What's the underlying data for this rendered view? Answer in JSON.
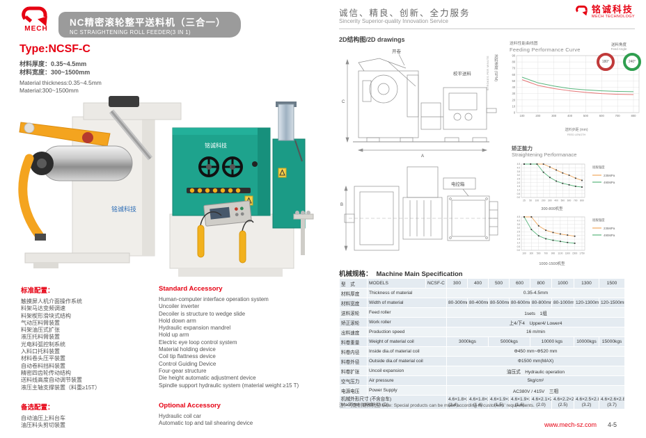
{
  "left_page": {
    "logo_word": "MECH",
    "banner": {
      "title_cn": "NC精密滚轮整平送料机（三合一）",
      "title_en": "NC STRAIGHTENING ROLL FEEDER(3 IN 1)"
    },
    "type_heading": "Type:NCSF-C",
    "specs_cn": [
      "材料厚度：0.35~4.5mm",
      "材料宽度：300~1500mm"
    ],
    "specs_en": [
      "Material thickness:0.35~4.5mm",
      "Material:300~1500mm"
    ],
    "machine_logo_text": "铭诚科技",
    "standard_cn": {
      "heading": "标准配置：",
      "items": [
        "触摸屏人机介面操作系统",
        "料架马达变频调速",
        "料架楔形滑块式结构",
        "气动压料臂装置",
        "料架油压式扩张",
        "液压托料臂装置",
        "光电料弧控制系统",
        "入料口托料装置",
        "材料卷头压平装置",
        "自动卷料挡料装置",
        "精密四齿轮传动结构",
        "送料线高度自动调节装置",
        "液压主轴支撑装置（料重≥15T）"
      ]
    },
    "standard_en": {
      "heading": "Standard Accessory",
      "items": [
        "Human-computer interface operation  system",
        "Uncoiler inverter",
        "Decoiler is structure to wedge slide",
        "Hold down arm",
        "Hydraulic expansion mandrel",
        "Hold up arm",
        "Electric eye loop control system",
        "Material holding device",
        "Coil tip flattness device",
        "Control Guiding Device",
        "Four-gear structure",
        "Die height automatic adjustment device",
        "Spindle support hydraulic system (material weight ≥15 T)"
      ]
    },
    "optional_cn": {
      "heading": "备选配置：",
      "items": [
        "自动油压上料台车",
        "油压料头剪切装置"
      ]
    },
    "optional_en": {
      "heading": "Optional Accessory",
      "items": [
        "Hydraulic coil car",
        "Automatic top and tail shearing device"
      ]
    }
  },
  "right_page": {
    "header": {
      "slogan_cn": "诚信、精良、创新、全力服务",
      "slogan_en": "Sincerity Superior-quality Innovation Service",
      "brand_cn": "铭诚科技",
      "brand_en": "MECH TECHNOLOGY"
    },
    "drawings": {
      "heading": "2D结构图/2D drawings",
      "label_uncoil": "开卷",
      "label_leveling": "校平送料",
      "label_control_box": "电控箱",
      "dim_a": "A",
      "dim_b": "B",
      "dim_c": "C"
    },
    "straightening_title_cn": "矫正能力",
    "straightening_title_en": "Straightening Performanace",
    "spec_table": {
      "heading_cn": "机械规格：",
      "heading_en": "Machine Main Specification",
      "rows": [
        {
          "cells": [
            {
              "t": "型　式"
            },
            {
              "t": "MODELS"
            },
            {
              "t": "NCSF-C"
            },
            {
              "t": "300"
            },
            {
              "t": "400"
            },
            {
              "t": "500"
            },
            {
              "t": "600"
            },
            {
              "t": "800"
            },
            {
              "t": "1000"
            },
            {
              "t": "1300"
            },
            {
              "t": "1500"
            }
          ]
        },
        {
          "cells": [
            {
              "t": "材料厚度"
            },
            {
              "t": "Thickness of material",
              "cs": 2
            },
            {
              "t": "0.35-4.5mm",
              "cs": 8
            }
          ]
        },
        {
          "cells": [
            {
              "t": "材料宽度"
            },
            {
              "t": "Width of material",
              "cs": 2
            },
            {
              "t": "80-300mm"
            },
            {
              "t": "80-400mm"
            },
            {
              "t": "80-500mm"
            },
            {
              "t": "80-600mm"
            },
            {
              "t": "80-800mm"
            },
            {
              "t": "80-1000mm"
            },
            {
              "t": "120-1300mm"
            },
            {
              "t": "120-1500mm"
            }
          ]
        },
        {
          "cells": [
            {
              "t": "送料滚轮"
            },
            {
              "t": "Feed roller",
              "cs": 2
            },
            {
              "t": "1sets　1组",
              "cs": 8
            }
          ]
        },
        {
          "cells": [
            {
              "t": "矫正滚轮"
            },
            {
              "t": "Work roller",
              "cs": 2
            },
            {
              "t": "上4/下4　Upper4/ Lower4",
              "cs": 8
            }
          ]
        },
        {
          "cells": [
            {
              "t": "出料速度"
            },
            {
              "t": "Production speed",
              "cs": 2
            },
            {
              "t": "16 m/min",
              "cs": 8
            }
          ]
        },
        {
          "cells": [
            {
              "t": "料卷重量"
            },
            {
              "t": "Weight of material coil",
              "cs": 2
            },
            {
              "t": "3000kgs",
              "cs": 2
            },
            {
              "t": "5000kgs",
              "cs": 2
            },
            {
              "t": "10000 kgs",
              "cs": 2
            },
            {
              "t": "10000kgs"
            },
            {
              "t": "15000kgs"
            }
          ]
        },
        {
          "cells": [
            {
              "t": "料卷内径"
            },
            {
              "t": "Inside dia.of material coil",
              "cs": 2
            },
            {
              "t": "Φ450 mm~Φ520 mm",
              "cs": 8
            }
          ]
        },
        {
          "cells": [
            {
              "t": "料卷外径"
            },
            {
              "t": "Outside dia.of material coil",
              "cs": 2
            },
            {
              "t": "Φ1500 mm(MAX)",
              "cs": 8
            }
          ]
        },
        {
          "cells": [
            {
              "t": "料卷扩张"
            },
            {
              "t": "Uncoil expansion",
              "cs": 2
            },
            {
              "t": "油压式　Hydraulic operation",
              "cs": 8
            }
          ]
        },
        {
          "cells": [
            {
              "t": "空气压力"
            },
            {
              "t": "Air pressure",
              "cs": 2
            },
            {
              "t": "5kg/cm²",
              "cs": 8
            }
          ]
        },
        {
          "cells": [
            {
              "t": "电源电压"
            },
            {
              "t": "Power Supply",
              "cs": 2
            },
            {
              "t": "AC380V / 415V　三相",
              "cs": 8
            }
          ]
        },
        {
          "cells": [
            {
              "t": "机械外形尺寸 (不含台车)",
              "t2": "Machine　(A×B×C)  (D)",
              "cs": 3,
              "al": true
            },
            {
              "t": "4.6×1.8×2.8",
              "t2": "(1.4)"
            },
            {
              "t": "4.6×1.8×2.8",
              "t2": "(1.4)"
            },
            {
              "t": "4.6×1.9×2.8",
              "t2": "(1.5)"
            },
            {
              "t": "4.6×1.9×2.8",
              "t2": "(1.6)"
            },
            {
              "t": "4.6×2.1×2.8",
              "t2": "(2.0)"
            },
            {
              "t": "4.6×2.2×2.8",
              "t2": "(2.5)"
            },
            {
              "t": "4.6×2.5×2.8",
              "t2": "(3.2)"
            },
            {
              "t": "4.6×2.6×2.8",
              "t2": "(3.7)"
            }
          ]
        }
      ],
      "note": "注：可定制特殊机型  Note: Special products can be made according to customers' requirements."
    },
    "footer": {
      "website": "www.mech-sz.com",
      "page_number": "4-5"
    }
  },
  "chart_data": [
    {
      "id": "feeding",
      "type": "line",
      "title_cn": "送料性能曲线图",
      "title_en": "Feeding  Performance  Curve",
      "xlabel_cn": "送料步距 (mm)",
      "xlabel_en": "FEED LENGTH",
      "ylabel_cn": "送料速度 (SPM)",
      "ylabel_en": "STROKES PER MINUTE",
      "x_ticks": [
        100,
        200,
        300,
        400,
        500,
        600,
        700,
        800
      ],
      "y_ticks": [
        0,
        10,
        20,
        30,
        40,
        50,
        60,
        70,
        80,
        90
      ],
      "legend": {
        "title_cn": "送料角度",
        "title_en": "Feed Angle",
        "gauges": [
          {
            "label": "180°",
            "color": "#c03a3a"
          },
          {
            "label": "240°",
            "color": "#2f9e4f"
          }
        ]
      },
      "series": [
        {
          "name": "180°",
          "color": "#e57575",
          "x": [
            100,
            200,
            300,
            400,
            500,
            600,
            700,
            800
          ],
          "y": [
            52,
            43,
            38,
            34.5,
            32,
            30,
            29,
            28.5
          ]
        },
        {
          "name": "240°",
          "color": "#58b57c",
          "x": [
            100,
            200,
            300,
            400,
            500,
            600,
            700,
            800
          ],
          "y": [
            56,
            47,
            42,
            38,
            36,
            34.5,
            33.5,
            33
          ]
        }
      ]
    },
    {
      "id": "straighten_300_800",
      "type": "line",
      "caption": "300-800机型",
      "legend_title": "屈服强度",
      "x_ticks": [
        25,
        50,
        100,
        200,
        300,
        400,
        500,
        600,
        700,
        800
      ],
      "y_ticks": [
        0,
        0.5,
        1,
        1.5,
        2,
        2.5,
        3,
        3.5,
        4,
        4.5
      ],
      "series": [
        {
          "name": "235MPa",
          "color": "#f0a85c",
          "x": [
            25,
            50,
            100,
            200,
            300,
            400,
            500,
            600,
            700,
            800
          ],
          "y": [
            4.5,
            4.5,
            4.5,
            4.5,
            4.1,
            3.7,
            3.3,
            3.0,
            2.6,
            2.3
          ]
        },
        {
          "name": "490MPa",
          "color": "#58b57c",
          "x": [
            25,
            50,
            100,
            200,
            300,
            400,
            500,
            600,
            700,
            800
          ],
          "y": [
            4.5,
            4.5,
            4.5,
            3.4,
            2.7,
            2.2,
            1.9,
            1.7,
            1.5,
            1.4
          ]
        }
      ]
    },
    {
      "id": "straighten_1000_1500",
      "type": "line",
      "caption": "1000-1500机型",
      "legend_title": "屈服强度",
      "x_ticks": [
        100,
        300,
        500,
        700,
        900,
        1100,
        1300,
        1500,
        1750
      ],
      "y_ticks": [
        0,
        0.5,
        1,
        1.5,
        2,
        2.5,
        3,
        3.5,
        4,
        4.5
      ],
      "series": [
        {
          "name": "235MPa",
          "color": "#f0a85c",
          "x": [
            100,
            300,
            500,
            700,
            900,
            1100,
            1300,
            1500
          ],
          "y": [
            4.5,
            4.5,
            3.3,
            2.7,
            2.4,
            2.2,
            2.05,
            1.9
          ]
        },
        {
          "name": "490MPa",
          "color": "#58b57c",
          "x": [
            100,
            300,
            500,
            700,
            900,
            1100,
            1300,
            1500
          ],
          "y": [
            4.5,
            2.8,
            1.95,
            1.55,
            1.35,
            1.2,
            1.05,
            0.95
          ]
        }
      ]
    }
  ]
}
